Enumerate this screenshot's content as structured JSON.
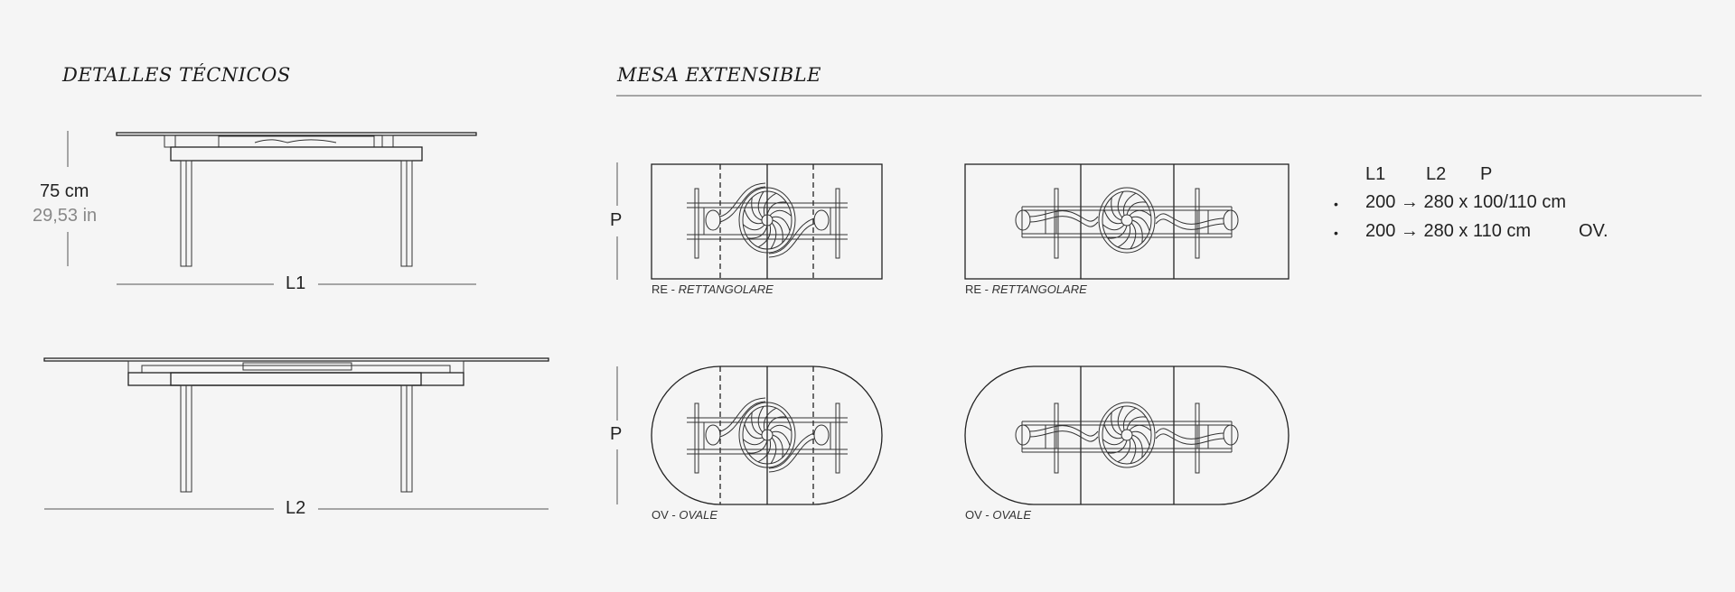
{
  "left": {
    "title": "DETALLES TÉCNICOS",
    "height_cm": "75 cm",
    "height_in": "29,53 in",
    "dim_l1": "L1",
    "dim_l2": "L2"
  },
  "right": {
    "title": "MESA EXTENSIBLE",
    "depth_label": "P",
    "plans": [
      {
        "code": "RE -",
        "name": "RETTANGOLARE"
      },
      {
        "code": "RE -",
        "name": "RETTANGOLARE"
      },
      {
        "code": "OV -",
        "name": "OVALE"
      },
      {
        "code": "OV -",
        "name": "OVALE"
      }
    ]
  },
  "specs": {
    "headers": [
      "L1",
      "L2",
      "P"
    ],
    "bullet": "•",
    "rows": [
      {
        "text": "200 → 280 x 100/110 cm",
        "suffix": ""
      },
      {
        "text": "200 → 280 x 110 cm",
        "suffix": "OV."
      }
    ]
  },
  "colors": {
    "background": "#f5f5f5",
    "line": "#222222",
    "secondary_text": "#888888"
  }
}
